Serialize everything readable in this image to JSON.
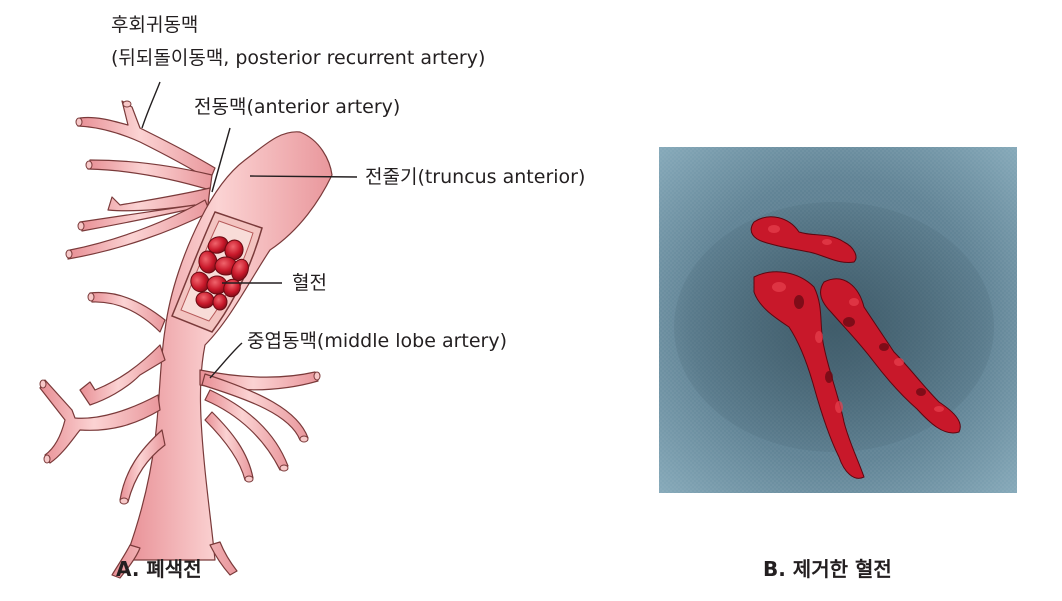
{
  "figure_a": {
    "labels": {
      "posterior_recurrent_line1": "후회귀동맥",
      "posterior_recurrent_line2": "(뒤되돌이동맥, posterior recurrent artery)",
      "anterior_artery": "전동맥(anterior artery)",
      "truncus_anterior": "전줄기(truncus anterior)",
      "thrombus": "혈전",
      "middle_lobe": "중엽동맥(middle lobe artery)"
    },
    "caption": "A. 폐색전"
  },
  "figure_b": {
    "caption": "B. 제거한 혈전"
  },
  "colors": {
    "vessel_fill": "#f4b7b7",
    "vessel_stroke": "#7a3a3a",
    "clot": "#c8182a",
    "photo_background": "#6e8fa0",
    "leader_line": "#231f20"
  }
}
